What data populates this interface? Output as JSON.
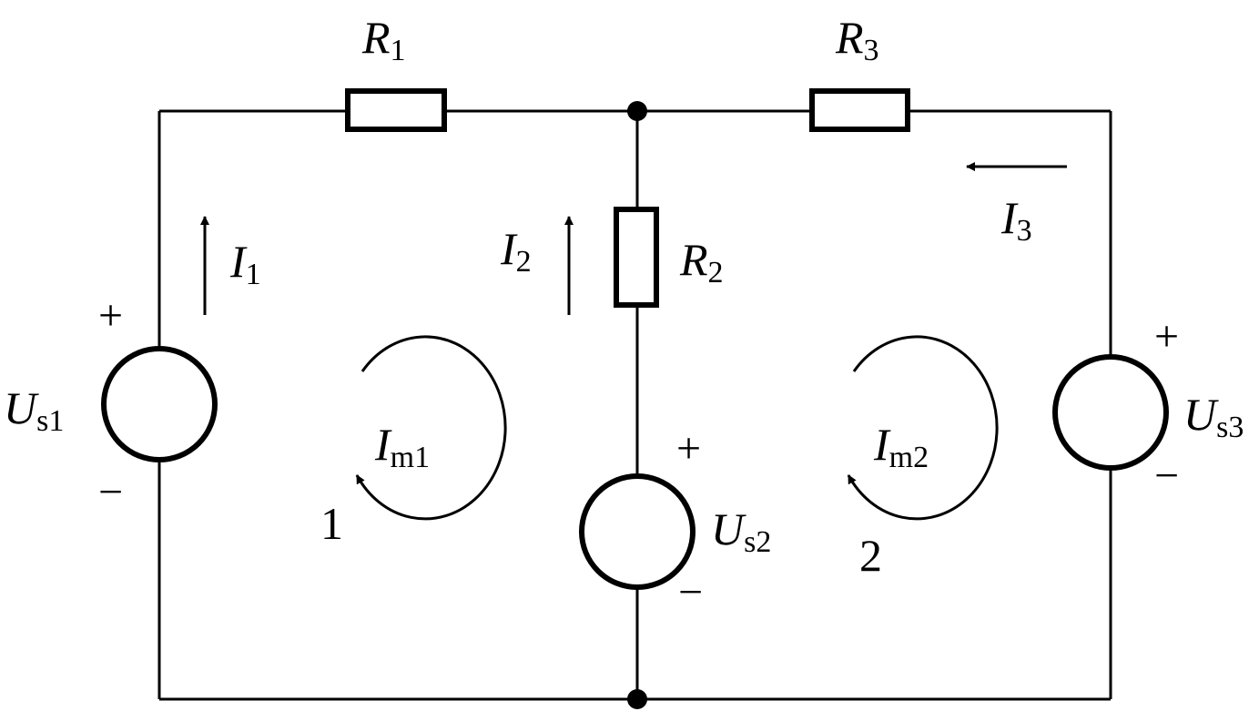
{
  "resistors": {
    "r1": {
      "symbol": "R",
      "sub": "1"
    },
    "r2": {
      "symbol": "R",
      "sub": "2"
    },
    "r3": {
      "symbol": "R",
      "sub": "3"
    }
  },
  "sources": {
    "us1": {
      "symbol": "U",
      "sub": "s1",
      "plus": "+",
      "minus": "−"
    },
    "us2": {
      "symbol": "U",
      "sub": "s2",
      "plus": "+",
      "minus": "−"
    },
    "us3": {
      "symbol": "U",
      "sub": "s3",
      "plus": "+",
      "minus": "−"
    }
  },
  "currents": {
    "i1": {
      "symbol": "I",
      "sub": "1"
    },
    "i2": {
      "symbol": "I",
      "sub": "2"
    },
    "i3": {
      "symbol": "I",
      "sub": "3"
    }
  },
  "meshes": {
    "m1": {
      "symbol": "I",
      "sub": "m1",
      "number": "1"
    },
    "m2": {
      "symbol": "I",
      "sub": "m2",
      "number": "2"
    }
  }
}
